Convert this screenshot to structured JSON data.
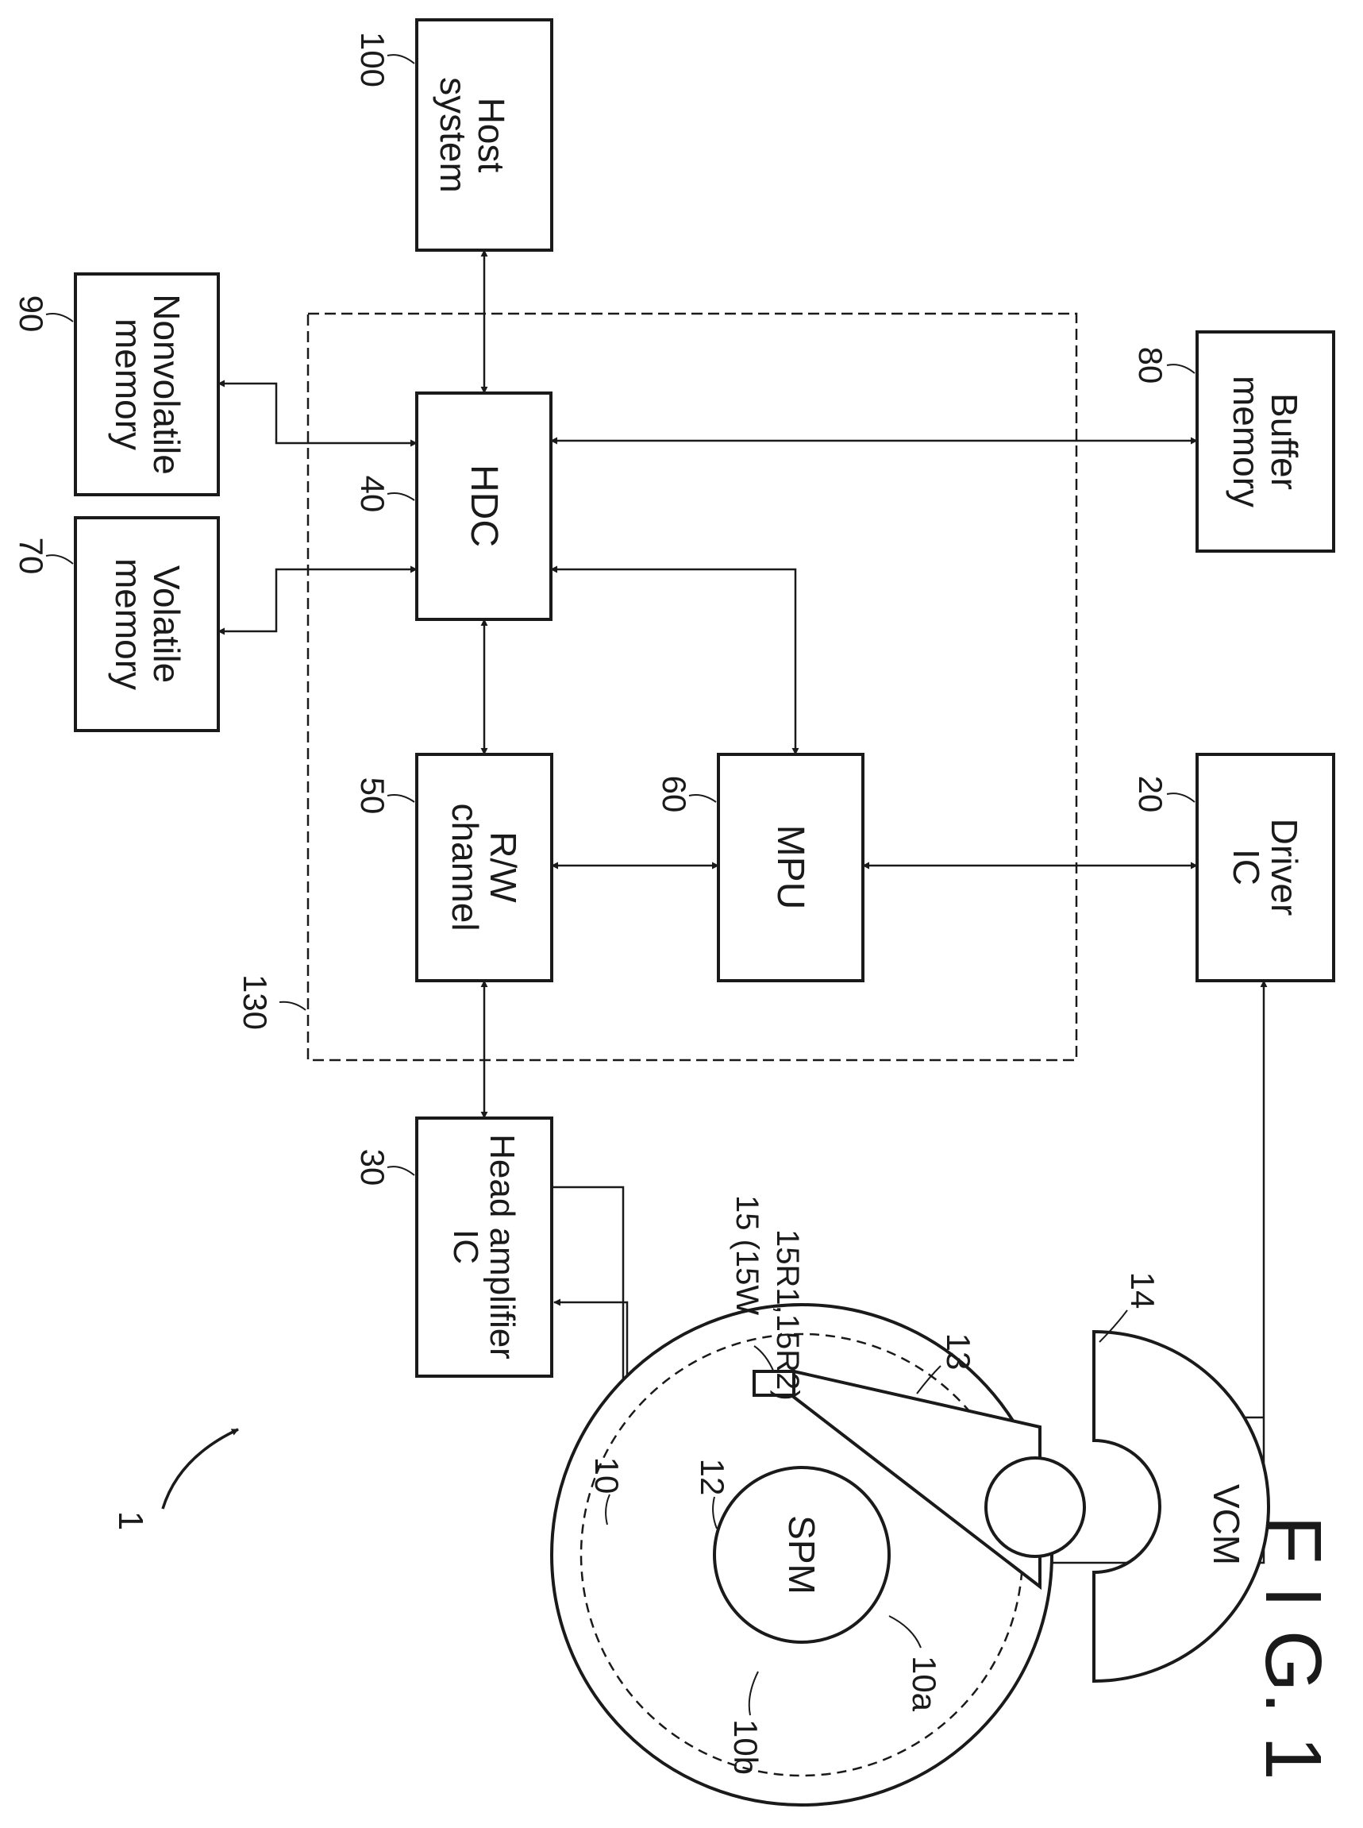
{
  "figure_label": "F I G. 1",
  "blocks": {
    "host": {
      "ref": "100",
      "line1": "Host",
      "line2": "system"
    },
    "nonvolatile": {
      "ref": "90",
      "line1": "Nonvolatile",
      "line2": "memory"
    },
    "volatile": {
      "ref": "70",
      "line1": "Volatile",
      "line2": "memory"
    },
    "hdc": {
      "ref": "40",
      "line1": "HDC"
    },
    "rw": {
      "ref": "50",
      "line1": "R/W",
      "line2": "channel"
    },
    "mpu": {
      "ref": "60",
      "line1": "MPU"
    },
    "buffer": {
      "ref": "80",
      "line1": "Buffer",
      "line2": "memory"
    },
    "driver": {
      "ref": "20",
      "line1": "Driver",
      "line2": "IC"
    },
    "headamp": {
      "ref": "30",
      "line1": "Head amplifier",
      "line2": "IC"
    }
  },
  "controller_ref": "130",
  "device_ref": "1",
  "mechanics": {
    "disk_ref": "10",
    "spm_ref": "12",
    "spm_label": "SPM",
    "surface_ref": "10a",
    "track_ref": "10b",
    "arm_ref": "13",
    "vcm_ref": "14",
    "vcm_label": "VCM",
    "head_ref_line1": "15 (15W",
    "head_ref_line2": "15R1,15R2)"
  }
}
